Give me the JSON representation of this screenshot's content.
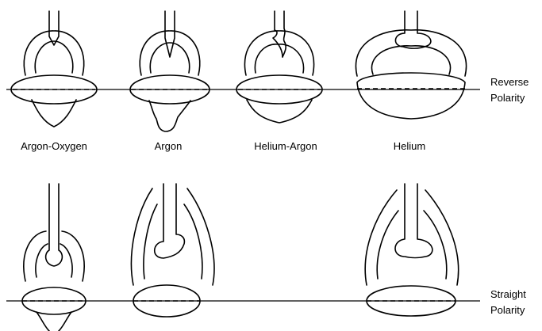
{
  "top_row": {
    "gas_labels": [
      "Argon-Oxygen",
      "Argon",
      "Helium-Argon",
      "Helium"
    ],
    "polarity": [
      "Reverse",
      "Polarity"
    ]
  },
  "bottom_row": {
    "polarity": [
      "Straight",
      "Polarity"
    ]
  }
}
